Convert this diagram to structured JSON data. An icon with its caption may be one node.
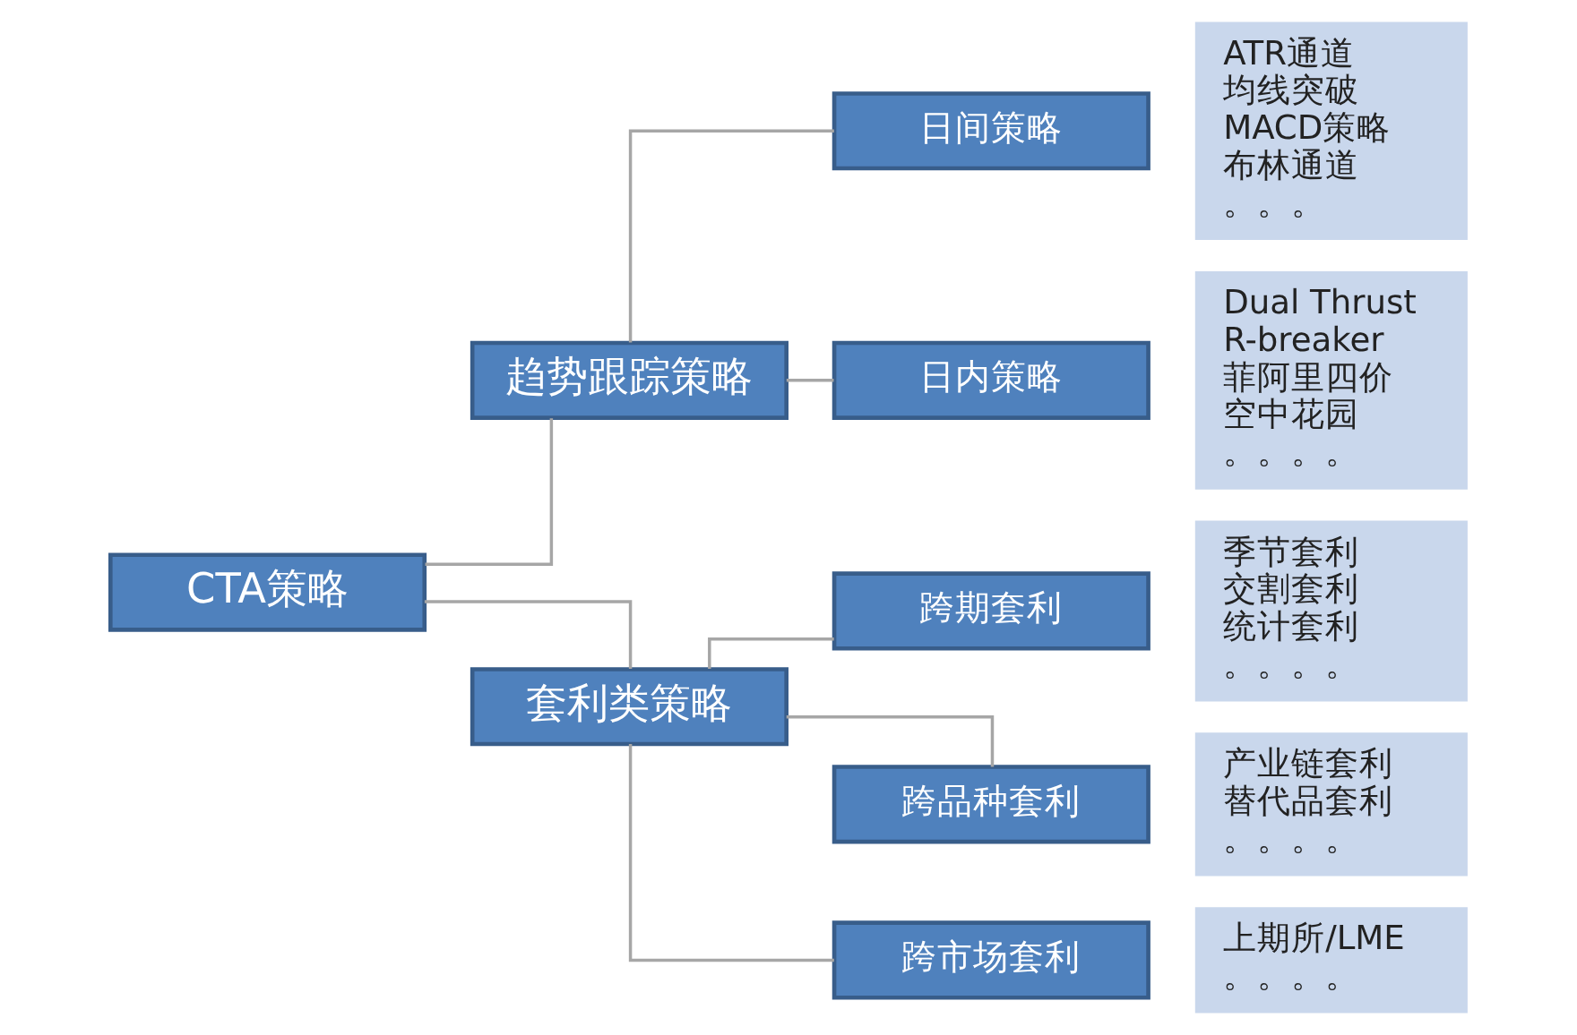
{
  "diagram": {
    "nodes": [
      {
        "text": [
          "CTA策略"
        ]
      },
      {
        "text": [
          "趋势跟踪策略"
        ]
      },
      {
        "text": [
          "日间策略"
        ]
      },
      {
        "text": [
          "ATR通道",
          "均线突破",
          "MACD策略",
          "布林通道",
          "。。。"
        ]
      },
      {
        "text": [
          "日内策略"
        ]
      },
      {
        "text": [
          "Dual Thrust",
          "R-breaker",
          "菲阿里四价",
          "空中花园",
          "。。。。"
        ]
      },
      {
        "text": [
          "套利类策略"
        ]
      },
      {
        "text": [
          "跨期套利"
        ]
      },
      {
        "text": [
          "季节套利",
          "交割套利",
          "统计套利",
          "。。。。"
        ]
      },
      {
        "text": [
          "跨品种套利"
        ]
      },
      {
        "text": [
          "产业链套利",
          "替代品套利",
          "。。。。"
        ]
      },
      {
        "text": [
          "跨市场套利"
        ]
      },
      {
        "text": [
          "上期所/LME",
          "。。。。"
        ]
      }
    ],
    "edges": [
      {
        "from": 0,
        "to": 1,
        "arrow": "none"
      },
      {
        "from": 0,
        "to": 6,
        "arrow": "none"
      },
      {
        "from": 1,
        "to": 2,
        "arrow": "none"
      },
      {
        "from": 1,
        "to": 4,
        "arrow": "none"
      },
      {
        "from": 6,
        "to": 7,
        "arrow": "none"
      },
      {
        "from": 6,
        "to": 9,
        "arrow": "none"
      },
      {
        "from": 6,
        "to": 11,
        "arrow": "none"
      }
    ]
  }
}
